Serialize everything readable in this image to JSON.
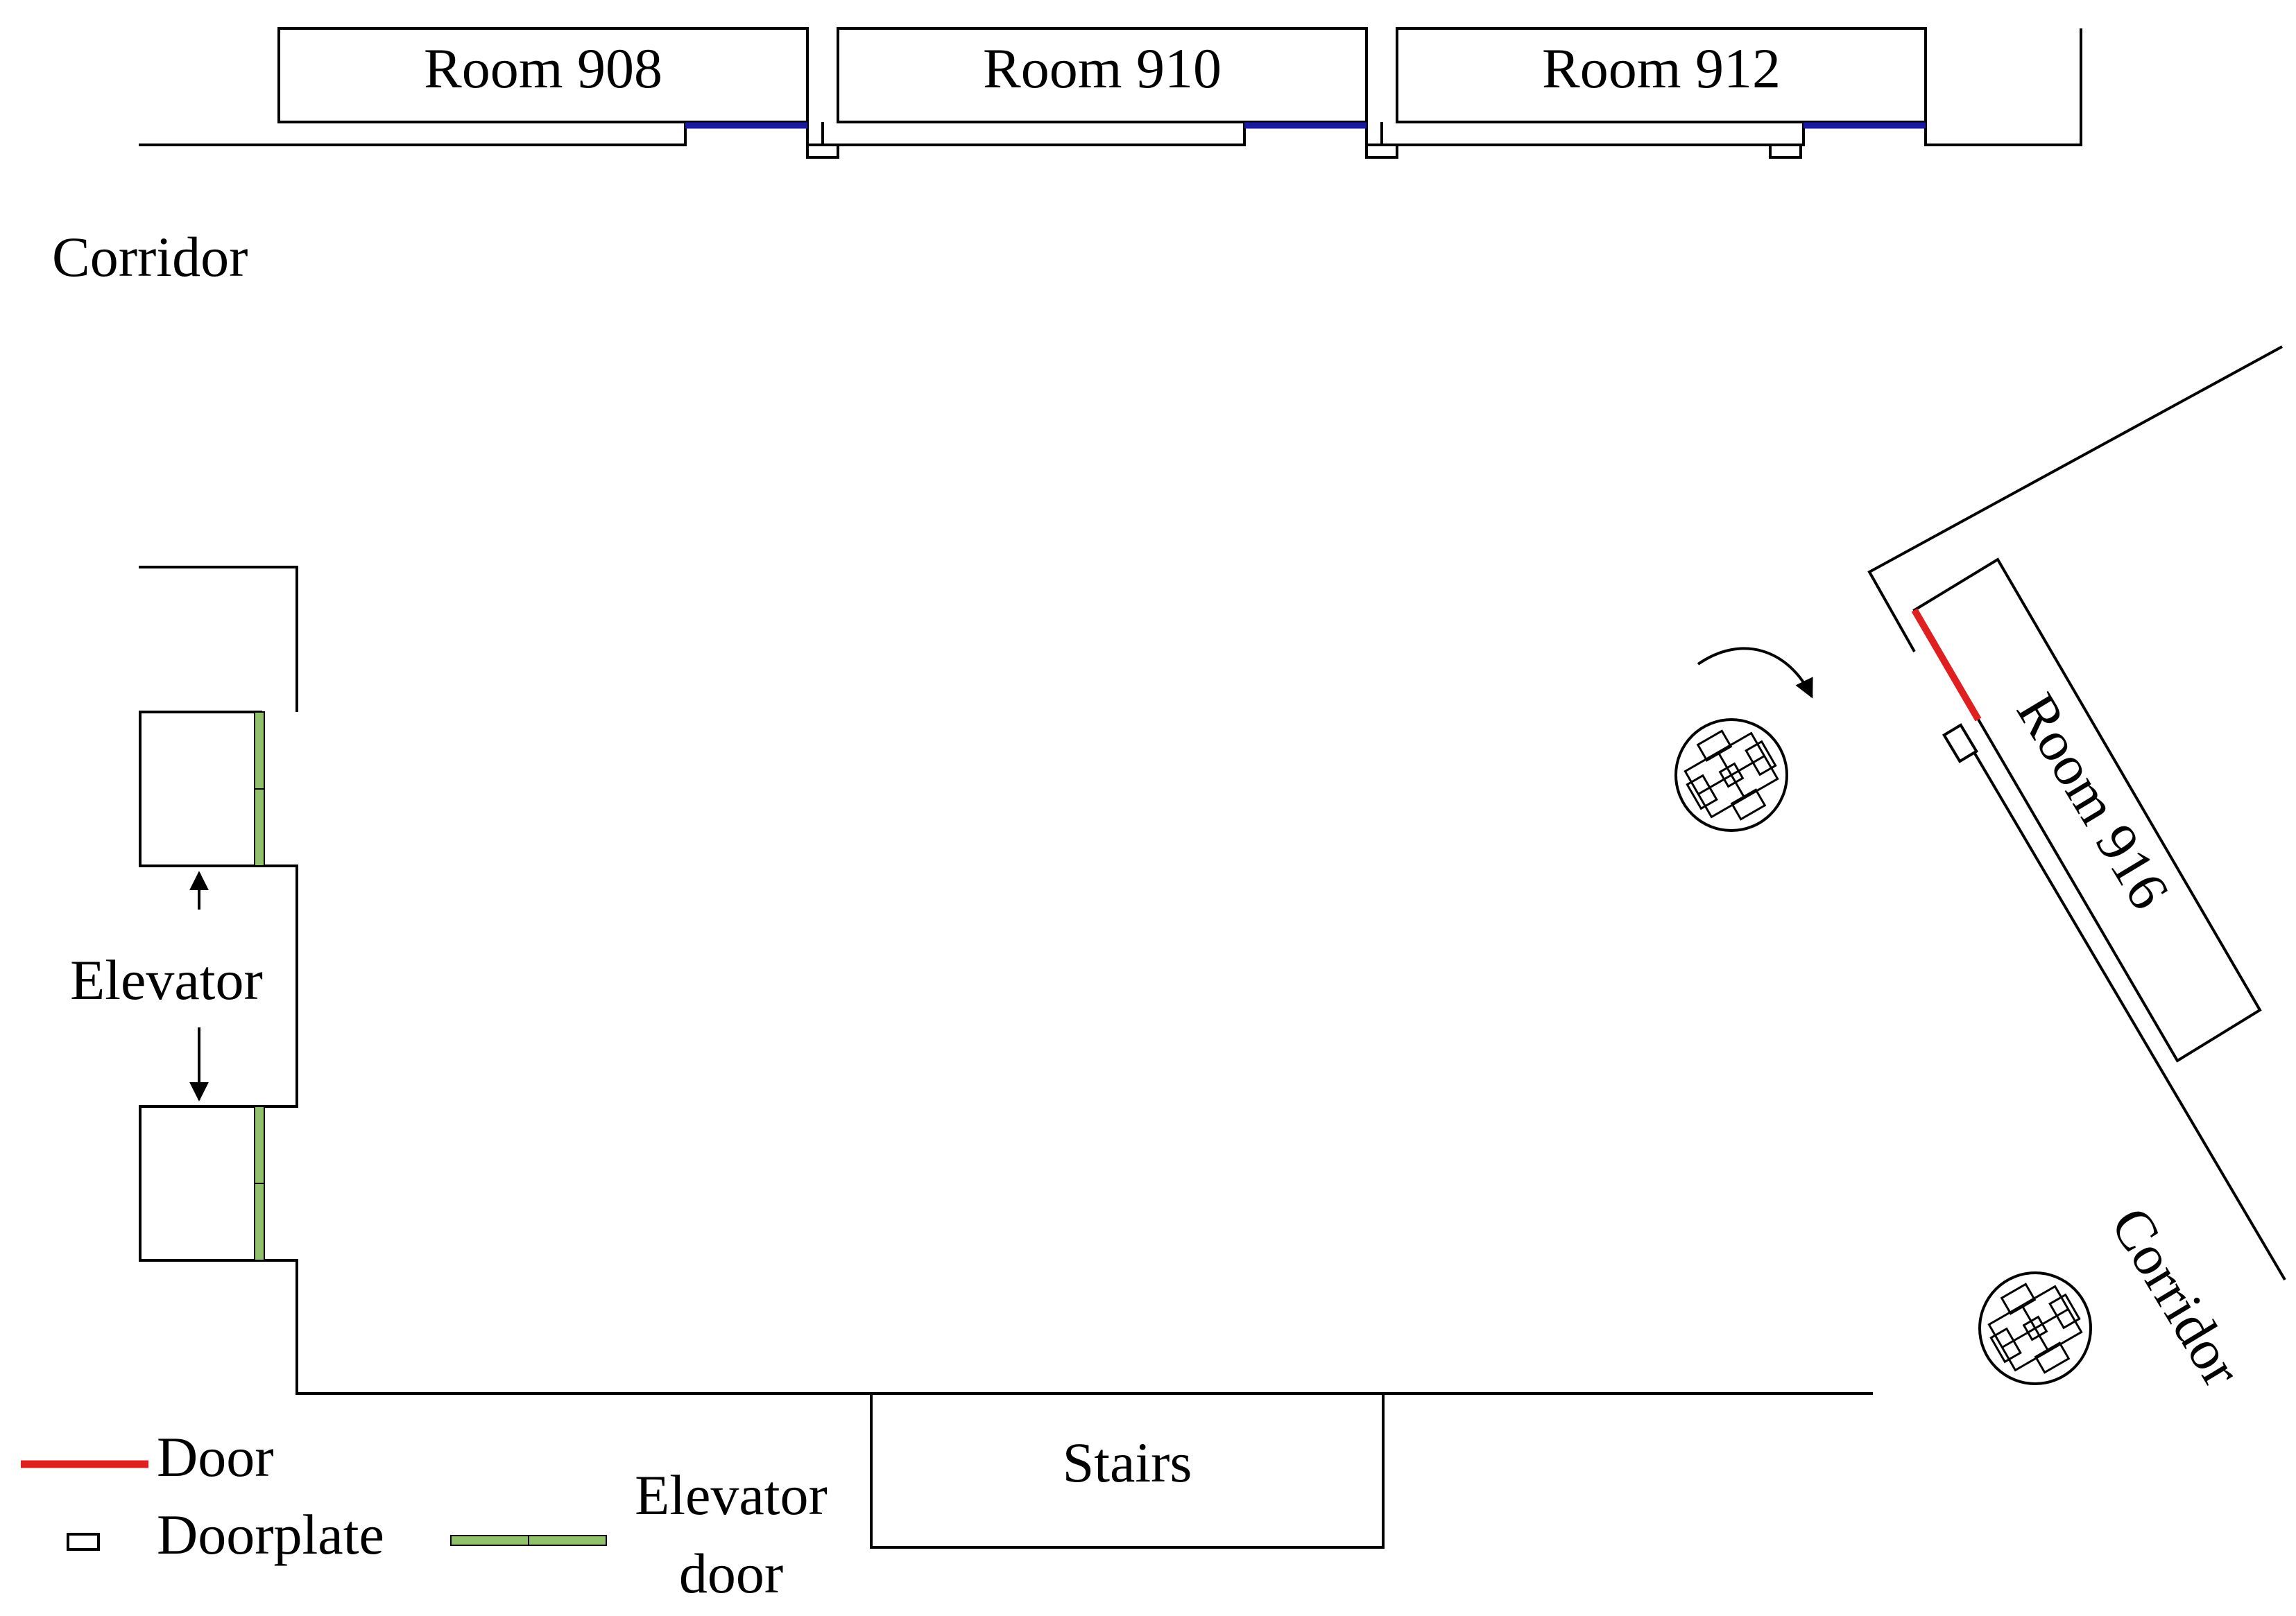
{
  "rooms": {
    "room_908": "Room 908",
    "room_910": "Room 910",
    "room_912": "Room 912",
    "room_916": "Room 916"
  },
  "areas": {
    "corridor_top": "Corridor",
    "corridor_right": "Corridor",
    "elevator": "Elevator",
    "stairs": "Stairs"
  },
  "legend": {
    "door": "Door",
    "doorplate": "Doorplate",
    "elevator_door_line1": "Elevator",
    "elevator_door_line2": "door"
  },
  "colors": {
    "door": "#e02020",
    "doorplate": "#ffffff",
    "elevator_door": "#8fc26a",
    "room_door_blue": "#1a1a9e",
    "walls": "#000000"
  },
  "icons": {
    "robot": "robot-topview-icon",
    "rotation_arrow": "curved-arrow-icon"
  }
}
